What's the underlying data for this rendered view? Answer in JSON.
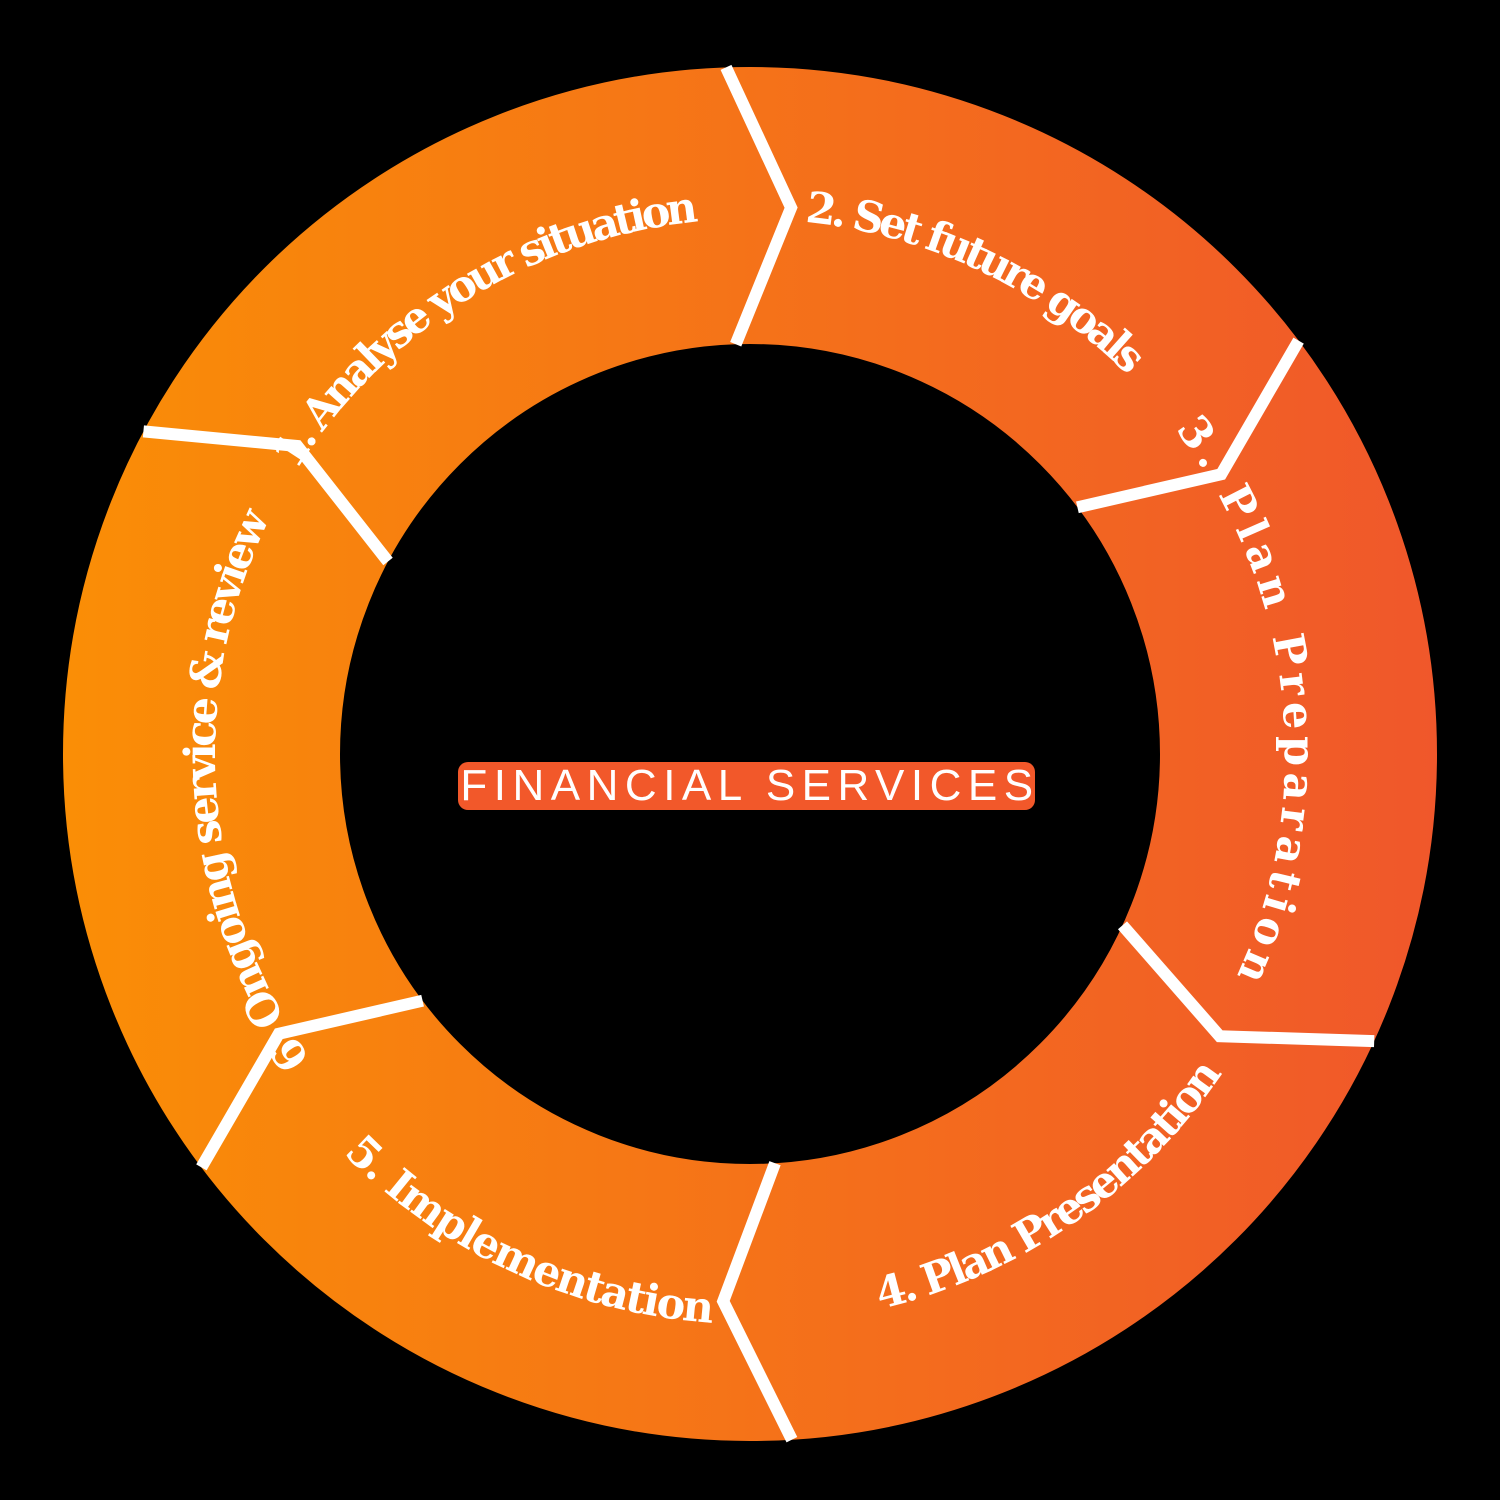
{
  "diagram": {
    "type": "cycle-process-diagram",
    "center_label": "FINANCIAL SERVICES",
    "steps": [
      "1. Analyse your situation",
      "2. Set future goals",
      "3. Plan Preparation",
      "4. Plan Presentation",
      "5. Implementation",
      "6. Ongoing service & review"
    ],
    "colors": {
      "ring_gradient_left": "#FA8E06",
      "ring_gradient_right": "#F0572B",
      "badge_fill": "#F2582A",
      "divider": "#FFFFFF",
      "label_text": "#FFFFFF",
      "badge_text": "#FFFFFF",
      "background": "#000000"
    }
  }
}
